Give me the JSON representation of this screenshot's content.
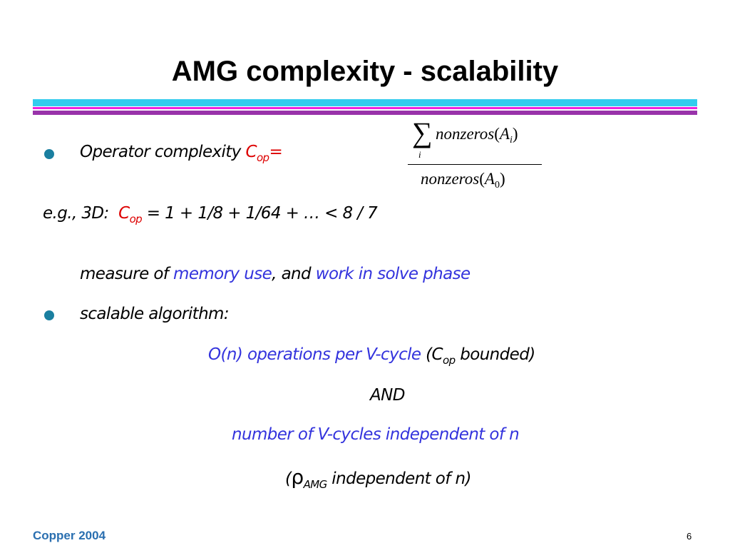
{
  "title": "AMG complexity - scalability",
  "bullet1": {
    "label": "Operator complexity ",
    "symbol": "C",
    "symbol_sub": "op",
    "equals": "="
  },
  "formula": {
    "sum_symbol": "∑",
    "sum_index": "i",
    "numerator_func": "nonzeros",
    "numerator_open": "(",
    "numerator_var": "A",
    "numerator_sub": "i",
    "numerator_close": ")",
    "denominator_func": "nonzeros",
    "denominator_open": "(",
    "denominator_var": "A",
    "denominator_sub": "0",
    "denominator_close": ")"
  },
  "example": {
    "prefix": "e.g., 3D:",
    "symbol": "C",
    "symbol_sub": "op",
    "expression": " = 1 + 1/8 + 1/64 + …  <  8 / 7"
  },
  "measure": {
    "prefix": "measure of ",
    "memory": "memory use",
    "comma_and": ", and ",
    "work": "work in solve phase"
  },
  "bullet2": {
    "label": "scalable algorithm:"
  },
  "line_on": {
    "blue": "O(n) operations per V-cycle",
    "open": " (C",
    "sub": "op",
    "close": " bounded)"
  },
  "line_and": "AND",
  "line_cycles": "number of V-cycles independent of n",
  "line_rho": {
    "open": "(",
    "rho": "ρ",
    "sub": "AMG",
    "rest": " independent of n)"
  },
  "footer": "Copper 2004",
  "page_number": "6",
  "colors": {
    "bullet": "#1a7fa0",
    "blue_text": "#3333dd",
    "red_text": "#dd0000",
    "bar_cyan": "#33ccee",
    "bar_magenta": "#ee22dd",
    "bar_purple": "#9933aa",
    "footer": "#2a6fb0"
  }
}
